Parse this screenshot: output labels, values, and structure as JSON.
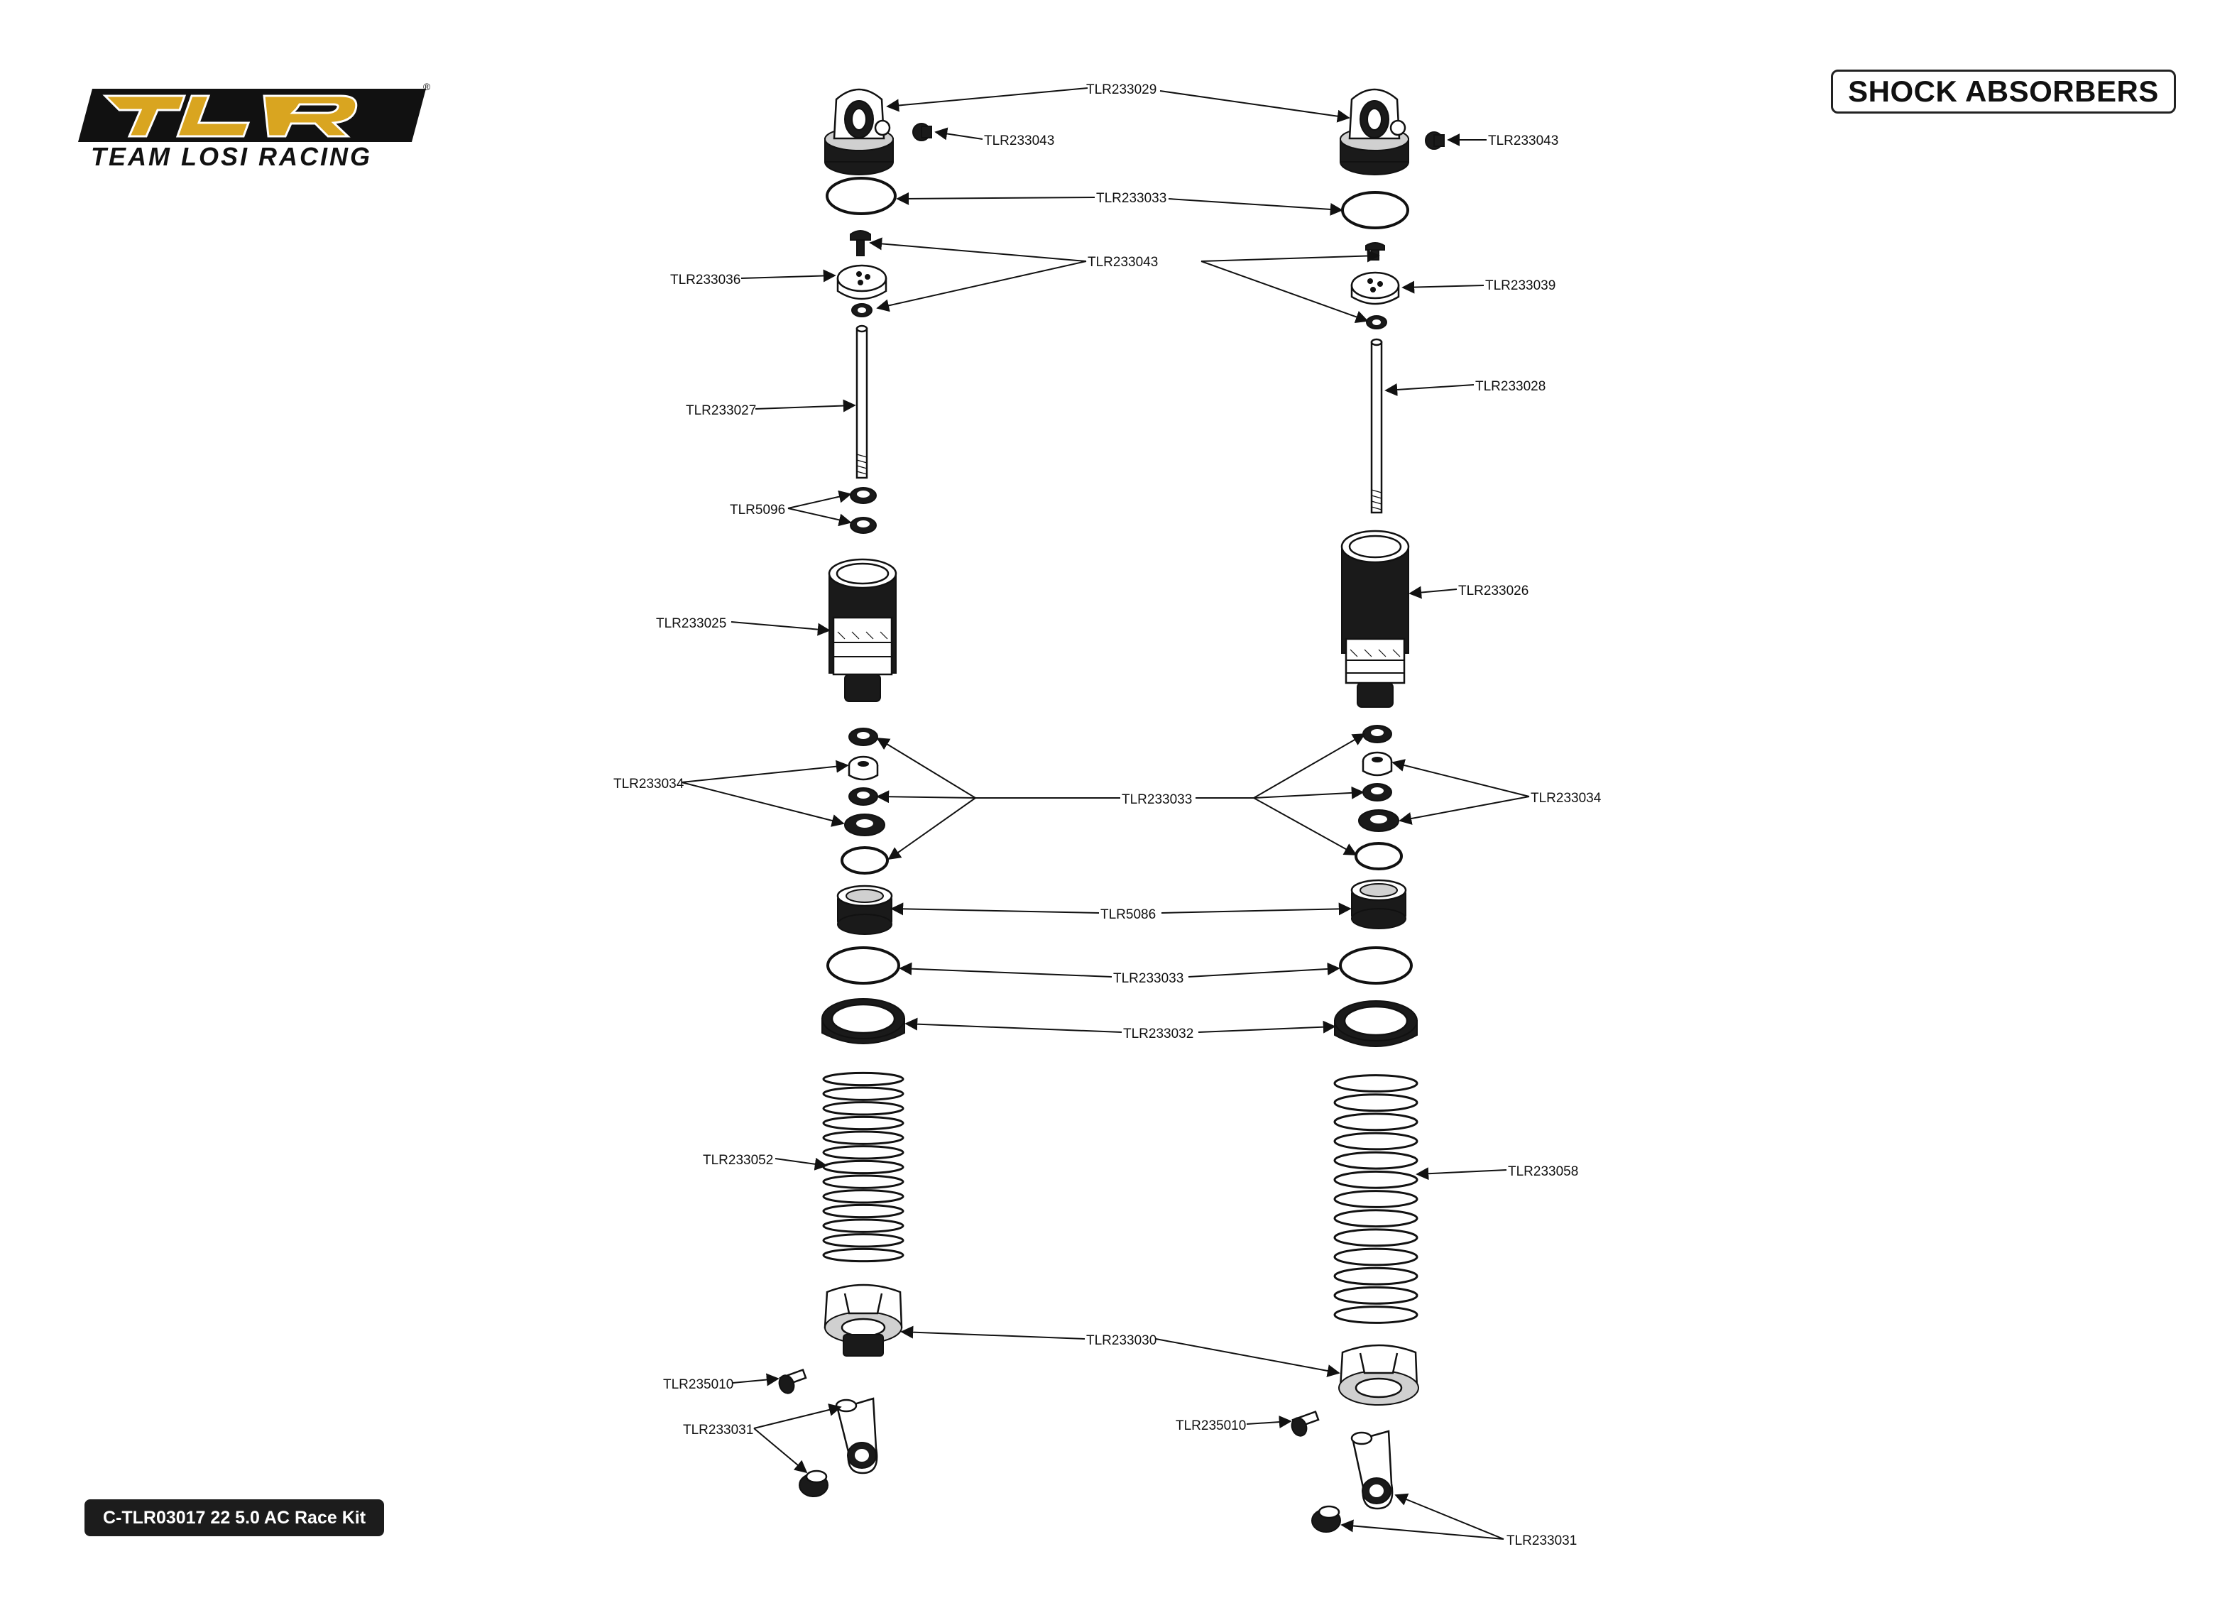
{
  "brand": {
    "logo_text": "TLR",
    "tagline": "TEAM LOSI RACING",
    "registered_mark": "®"
  },
  "header": {
    "title": "SHOCK ABSORBERS"
  },
  "footer": {
    "kit_label": "C-TLR03017 22 5.0 AC Race Kit"
  },
  "parts": {
    "cap_top": "TLR233029",
    "bleed_screw_left": "TLR233043",
    "bleed_screw_right": "TLR233043",
    "cap_oring": "TLR233033",
    "piston_hardware": "TLR233043",
    "piston_left": "TLR233036",
    "piston_right": "TLR233039",
    "shaft_left": "TLR233027",
    "shaft_right": "TLR233028",
    "washer_left": "TLR5096",
    "body_left": "TLR233025",
    "body_right": "TLR233026",
    "seal_kit_left": "TLR233034",
    "seal_oring": "TLR233033",
    "seal_kit_right": "TLR233034",
    "lower_cap": "TLR5086",
    "collar_oring": "TLR233033",
    "collar": "TLR233032",
    "spring_left": "TLR233052",
    "spring_right": "TLR233058",
    "spring_cup": "TLR233030",
    "screw_left": "TLR235010",
    "screw_right": "TLR235010",
    "rod_end_left": "TLR233031",
    "rod_end_right": "TLR233031"
  },
  "colors": {
    "logo_gold": "#d9a520",
    "logo_black": "#111111",
    "ink": "#111111"
  }
}
